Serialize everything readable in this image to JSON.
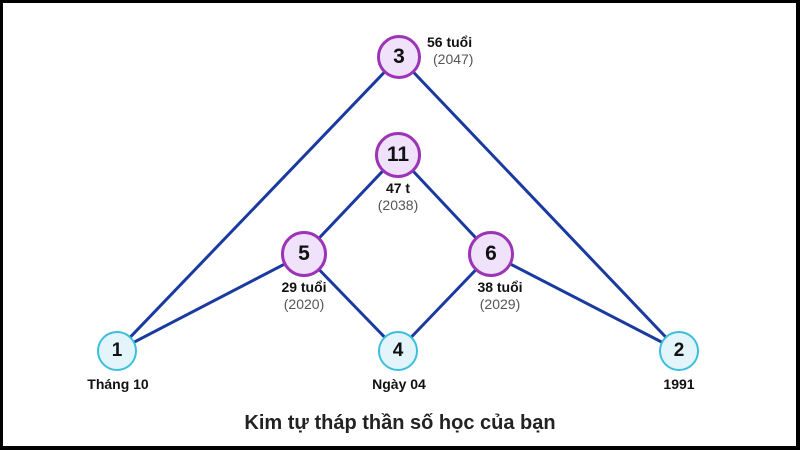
{
  "diagram": {
    "title": "Kim tự tháp thần số học của bạn",
    "line_color": "#1a3aa0",
    "peak_fill": "#f1e2fb",
    "peak_border": "#9b35b6",
    "base_fill": "#e3f4fb",
    "base_border": "#3cbfdc",
    "base_nodes": [
      {
        "id": "n1",
        "value": "1",
        "label": "Tháng 10"
      },
      {
        "id": "n4",
        "value": "4",
        "label": "Ngày 04"
      },
      {
        "id": "n2",
        "value": "2",
        "label": "1991"
      }
    ],
    "peak_nodes": [
      {
        "id": "n5",
        "value": "5",
        "age": "29 tuổi",
        "year": "(2020)"
      },
      {
        "id": "n6",
        "value": "6",
        "age": "38 tuổi",
        "year": "(2029)"
      },
      {
        "id": "n11",
        "value": "11",
        "age": "47 t",
        "year": "(2038)"
      },
      {
        "id": "n3",
        "value": "3",
        "age": "56 tuổi",
        "year": "(2047)"
      }
    ],
    "edges": [
      [
        "n1",
        "n3"
      ],
      [
        "n2",
        "n3"
      ],
      [
        "n1",
        "n5"
      ],
      [
        "n4",
        "n5"
      ],
      [
        "n4",
        "n6"
      ],
      [
        "n2",
        "n6"
      ],
      [
        "n5",
        "n11"
      ],
      [
        "n6",
        "n11"
      ]
    ]
  }
}
